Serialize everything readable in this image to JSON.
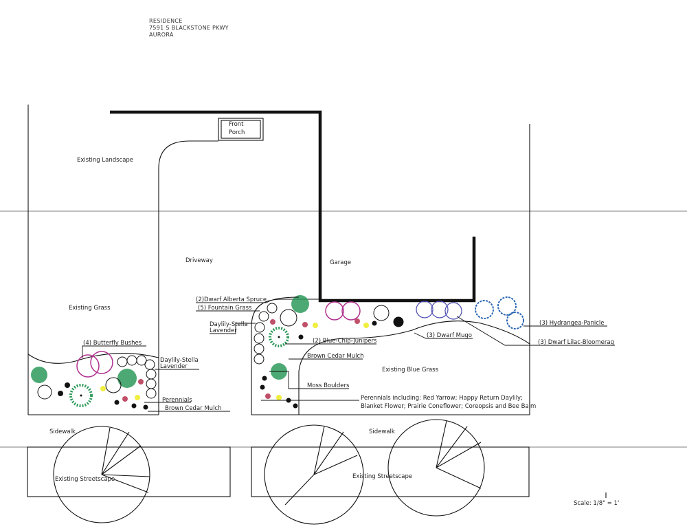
{
  "title_block": {
    "line1": "RESIDENCE",
    "line2": "7591 S BLACKSTONE PKWY",
    "line3": "AURORA"
  },
  "areas": {
    "existing_landscape": "Existing Landscape",
    "front_porch_1": "Front",
    "front_porch_2": "Porch",
    "driveway": "Driveway",
    "garage": "Garage",
    "existing_grass": "Existing Grass",
    "existing_blue_grass": "Existing Blue Grass",
    "sidewalk_left": "Sidewalk",
    "sidewalk_right": "Sidewalk",
    "streetscape_left": "Existing Streetscape",
    "streetscape_right": "Existing Streetscape"
  },
  "labels": {
    "dwarf_alberta_spruce": "(2)Dwarf Alberta Spruce",
    "fountain_grass": "(5) Fountain Grass",
    "daylily_right_1": "Daylily-Stella",
    "daylily_right_2": "Lavender",
    "blue_chip_junipers": "(2) Blue-Chip-Junipers",
    "brown_cedar_mulch_right": "Brown Cedar Mulch",
    "moss_boulders": "Moss Boulders",
    "perennials_right_1": "Perennials including: Red Yarrow; Happy Return Daylily;",
    "perennials_right_2": "Blanket Flower; Prairie Coneflower; Coreopsis and Bee Balm",
    "dwarf_mugo": "(3) Dwarf Mugo",
    "hydrangea": "(3) Hydrangea-Panicle",
    "dwarf_lilac": "(3) Dwarf Lilac-Bloomerag",
    "butterfly_bushes": "(4) Butterfly Bushes",
    "daylily_left_1": "Daylily-Stella",
    "daylily_left_2": "Lavender",
    "perennials_left": "Perennials",
    "brown_cedar_mulch_left": "Brown Cedar Mulch"
  },
  "scale": "Scale: 1/8\" = 1'",
  "colors": {
    "butterfly": "#b0308f",
    "spruce": "#2e9a5a",
    "hydrangea": "#2a66b5",
    "lilac": "#4a4ab0",
    "perennial_red": "#c0506a",
    "perennial_yellow": "#f0ee40"
  }
}
